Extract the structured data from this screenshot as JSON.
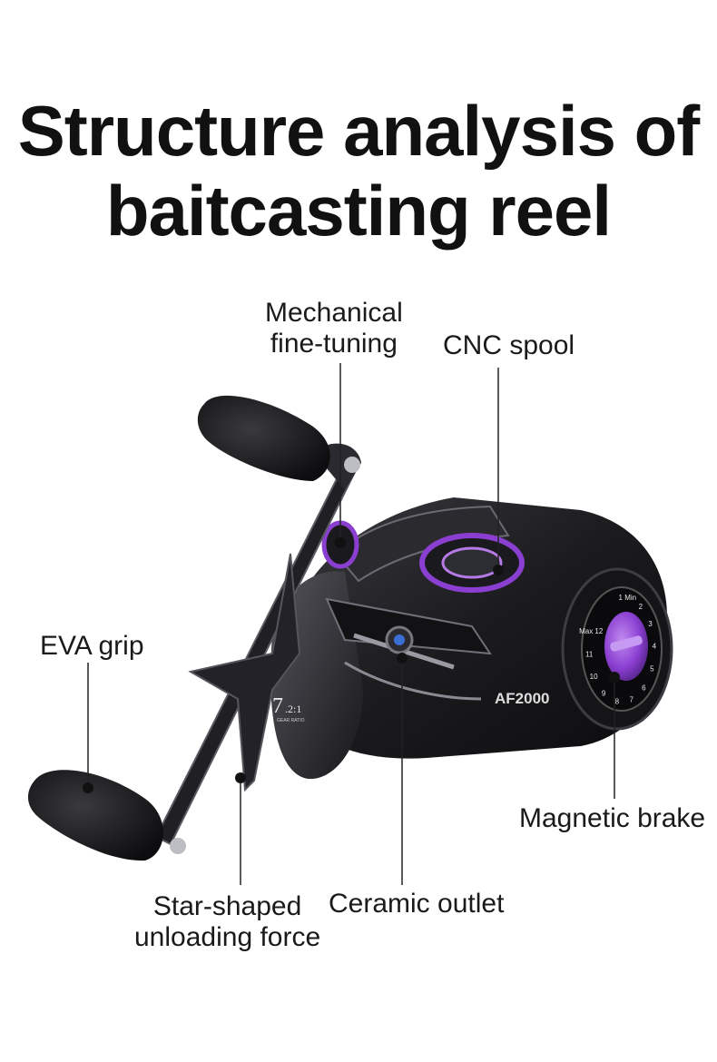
{
  "title": {
    "line1": "Structure analysis of",
    "line2": "baitcasting reel"
  },
  "callouts": {
    "mechanical_line1": "Mechanical",
    "mechanical_line2": "fine-tuning",
    "cnc_spool": "CNC spool",
    "eva_grip": "EVA grip",
    "magnetic_brake": "Magnetic brake",
    "star_line1": "Star-shaped",
    "star_line2": "unloading force",
    "ceramic_outlet": "Ceramic outlet"
  },
  "reel": {
    "model": "AF2000",
    "gear_ratio_major": "7",
    "gear_ratio_minor": ".2:1",
    "gear_ratio_caption": "GEAR RATIO",
    "dial_numbers": [
      "1 Min",
      "2",
      "3",
      "4",
      "5",
      "6",
      "7",
      "8",
      "9",
      "10",
      "11",
      "Max 12"
    ]
  },
  "colors": {
    "accent_purple": "#8a3fd1",
    "body_black": "#1b1b1e",
    "metal_gray": "#4a4a50"
  }
}
